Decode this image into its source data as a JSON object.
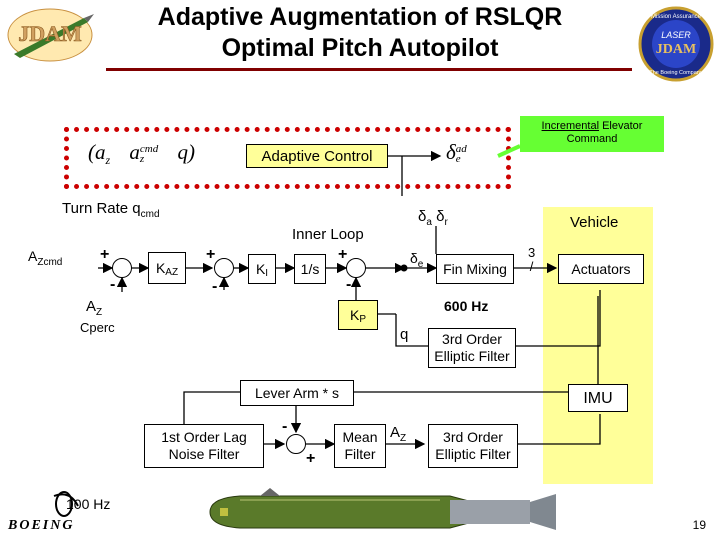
{
  "title": {
    "line1": "Adaptive Augmentation of RSLQR",
    "line2": "Optimal Pitch Autopilot"
  },
  "logo_left": {
    "text": "JDAM"
  },
  "logo_right": {
    "text_top": "Mission Assurance",
    "text_laser": "LASER",
    "text_brand": "JDAM",
    "text_bottom": "The Boeing Company"
  },
  "callout": {
    "emphasis": "Incremental",
    "rest": " Elevator Command"
  },
  "adaptive": {
    "label": "Adaptive Control",
    "inputs_open": "(a",
    "inputs_sub": "z",
    "inputs_a": "a",
    "inputs_a_sub": "z",
    "inputs_a_sup": "cmd",
    "inputs_q": "q)",
    "output_delta": "δ",
    "output_sub": "e",
    "output_sup": "ad"
  },
  "labels": {
    "turn_rate": "Turn Rate q",
    "turn_rate_sub": "cmd",
    "delta_a": "δ",
    "delta_a_sub": "a",
    "delta_r": "δ",
    "delta_r_sub": "r",
    "azcmd_main": "A",
    "azcmd_sub": "Zcmd",
    "az_main": "A",
    "az_sub": "Z",
    "az_sub2": "Cperc",
    "inner_loop": "Inner Loop",
    "delta_e": "δ",
    "delta_e_sub": "e",
    "q_label": "q",
    "hz600": "600 Hz",
    "hz100": "100 Hz",
    "three": "3",
    "slash": "/",
    "mean_az": "A",
    "mean_az_sub": "Z",
    "page_number": "19"
  },
  "signs": {
    "s1_plus": "+",
    "s1_minus": "-",
    "s2_plus": "+",
    "s2_minus": "-",
    "s3_plus": "+",
    "s3_minus": "-",
    "s4_minus": "-",
    "s4_plus": "+"
  },
  "blocks": {
    "kaz": "K",
    "kaz_sub": "AZ",
    "ki": "K",
    "ki_sub": "I",
    "integrator": "1/s",
    "kp": "K",
    "kp_sub": "P",
    "fin_mixing": "Fin Mixing",
    "vehicle": "Vehicle",
    "actuators": "Actuators",
    "elliptic1": "3rd Order Elliptic Filter",
    "lever_arm": "Lever Arm * s",
    "imu": "IMU",
    "lag_filter": "1st Order Lag Noise Filter",
    "mean_filter": "Mean Filter",
    "elliptic2": "3rd Order Elliptic Filter"
  },
  "footer": {
    "boeing": "BOEING"
  }
}
